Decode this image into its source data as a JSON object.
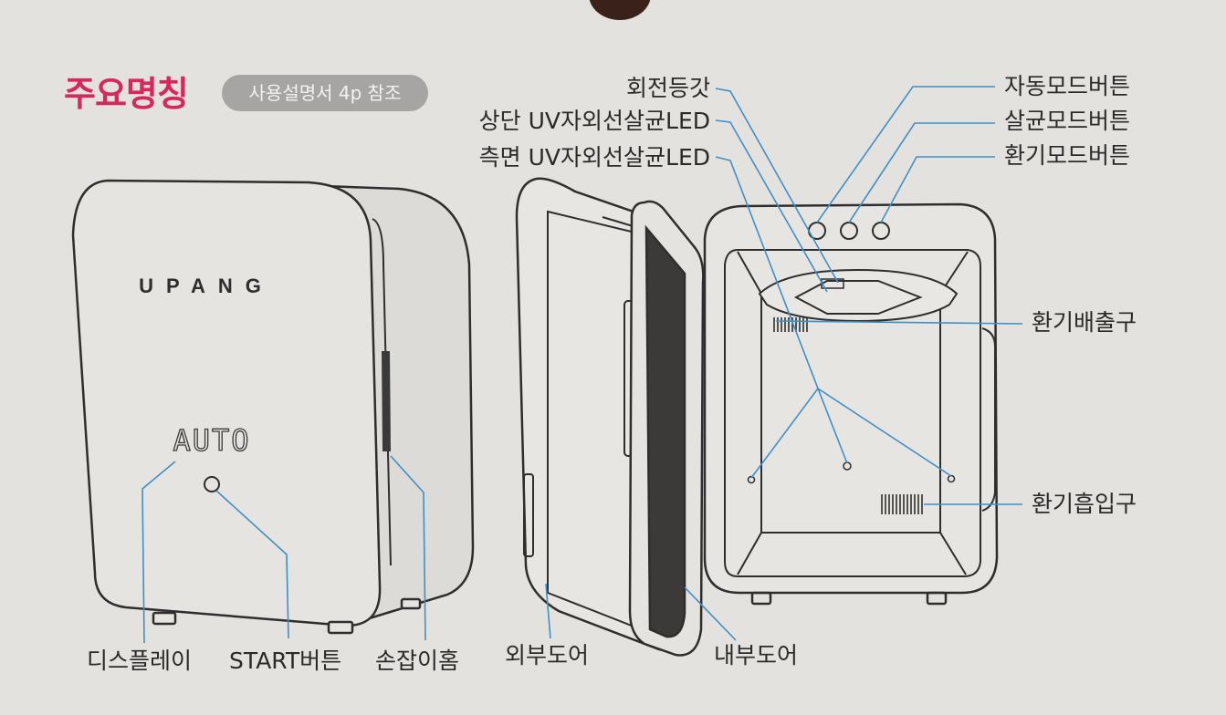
{
  "header": {
    "title": "주요명칭",
    "reference": "사용설명서 4p 참조"
  },
  "device": {
    "brand": "UPANG",
    "display_text": "AUTO"
  },
  "labels": {
    "rotating_lampshade": "회전등갓",
    "top_uv_led": "상단 UV자외선살균LED",
    "side_uv_led": "측면 UV자외선살균LED",
    "auto_mode_button": "자동모드버튼",
    "sterilize_mode_button": "살균모드버튼",
    "vent_mode_button": "환기모드버튼",
    "exhaust_vent": "환기배출구",
    "intake_vent": "환기흡입구",
    "display": "디스플레이",
    "start_button": "START버튼",
    "handle_groove": "손잡이홈",
    "outer_door": "외부도어",
    "inner_door": "내부도어"
  },
  "colors": {
    "title": "#d6285f",
    "leader_line": "#3f8fc7",
    "outline": "#2e2e2e"
  }
}
